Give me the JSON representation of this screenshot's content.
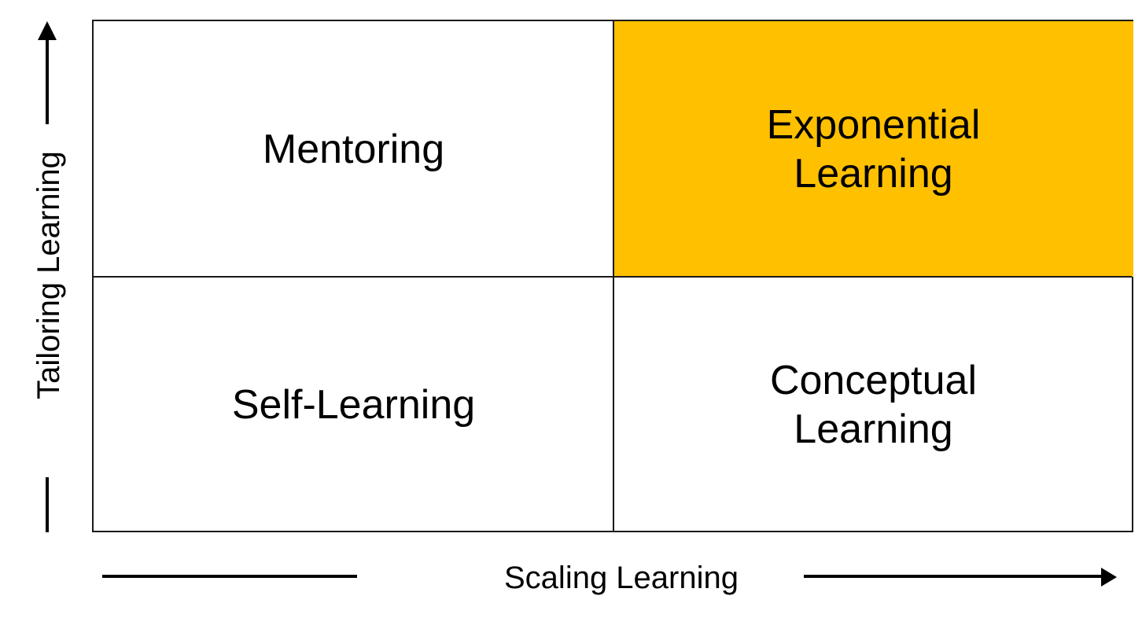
{
  "diagram": {
    "type": "2x2 matrix",
    "quadrants": {
      "top_left": {
        "label": "Mentoring",
        "fill": "#ffffff"
      },
      "top_right": {
        "label": "Exponential\nLearning",
        "fill": "#ffc000"
      },
      "bottom_left": {
        "label": "Self-Learning",
        "fill": "#ffffff"
      },
      "bottom_right": {
        "label": "Conceptual\nLearning",
        "fill": "#ffffff"
      }
    },
    "x_axis": {
      "label": "Scaling Learning",
      "direction": "right"
    },
    "y_axis": {
      "label": "Tailoring Learning",
      "direction": "up"
    },
    "colors": {
      "highlight": "#ffc000",
      "border": "#1a1a1a",
      "text": "#000000"
    }
  }
}
